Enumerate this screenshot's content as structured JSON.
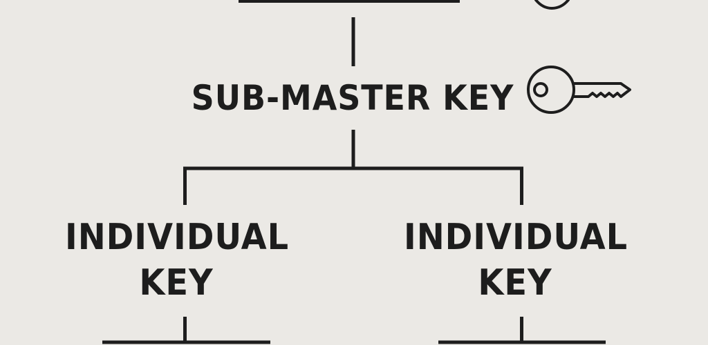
{
  "diagram": {
    "type": "key-hierarchy",
    "colors": {
      "background": "#ebe9e5",
      "ink": "#1d1d1d"
    },
    "top_node": {
      "label_clipped": true,
      "icon": "key-icon-clipped"
    },
    "sub_master": {
      "label": "SUB-MASTER KEY",
      "icon": "key-icon"
    },
    "children": [
      {
        "label_line1": "INDIVIDUAL",
        "label_line2": "KEY"
      },
      {
        "label_line1": "INDIVIDUAL",
        "label_line2": "KEY"
      }
    ]
  }
}
